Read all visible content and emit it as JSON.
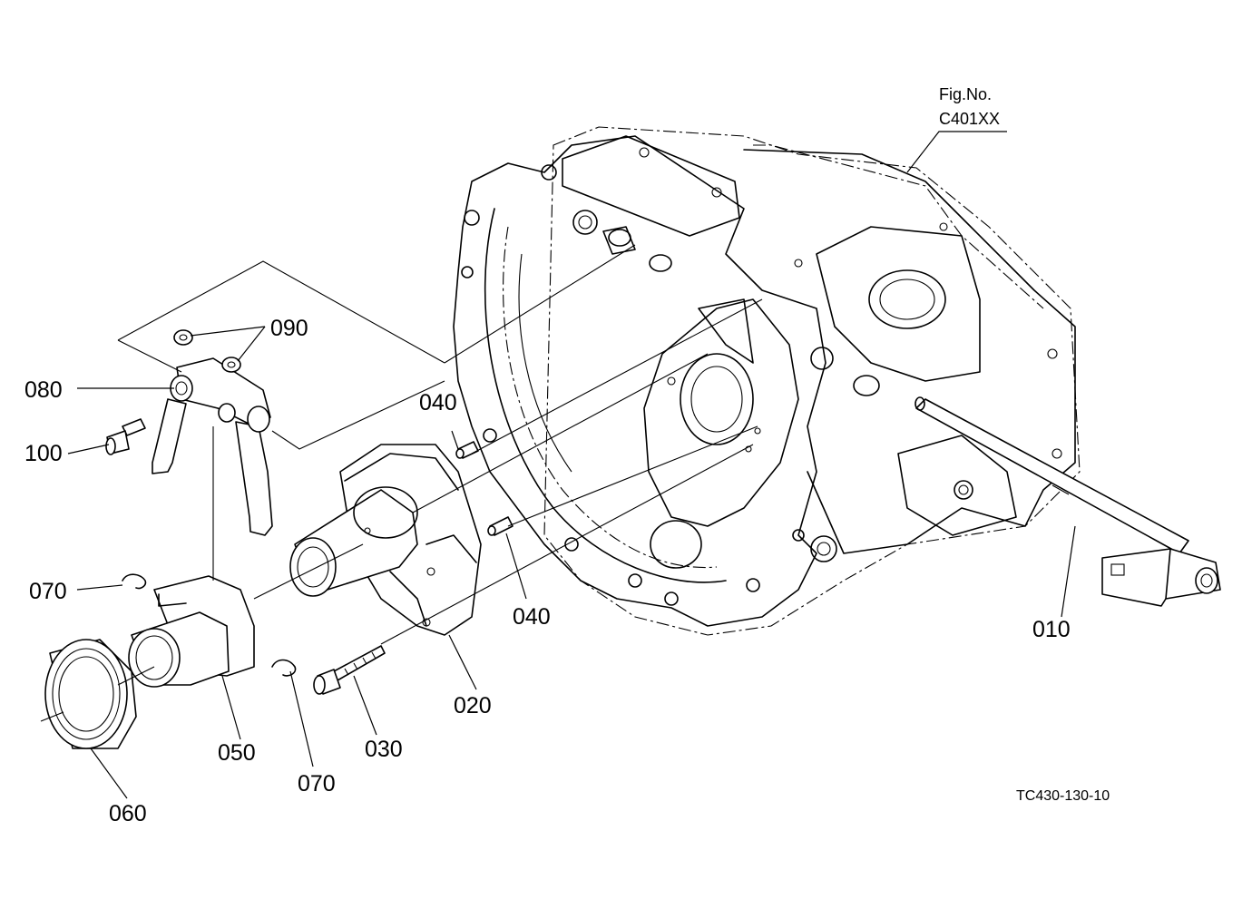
{
  "figure": {
    "ref_line1": "Fig.No.",
    "ref_line2": "C401XX",
    "drawing_code": "TC430-130-10"
  },
  "callouts": {
    "p010": "010",
    "p020": "020",
    "p030": "030",
    "p040a": "040",
    "p040b": "040",
    "p050": "050",
    "p060": "060",
    "p070a": "070",
    "p070b": "070",
    "p080": "080",
    "p090": "090",
    "p100": "100"
  }
}
